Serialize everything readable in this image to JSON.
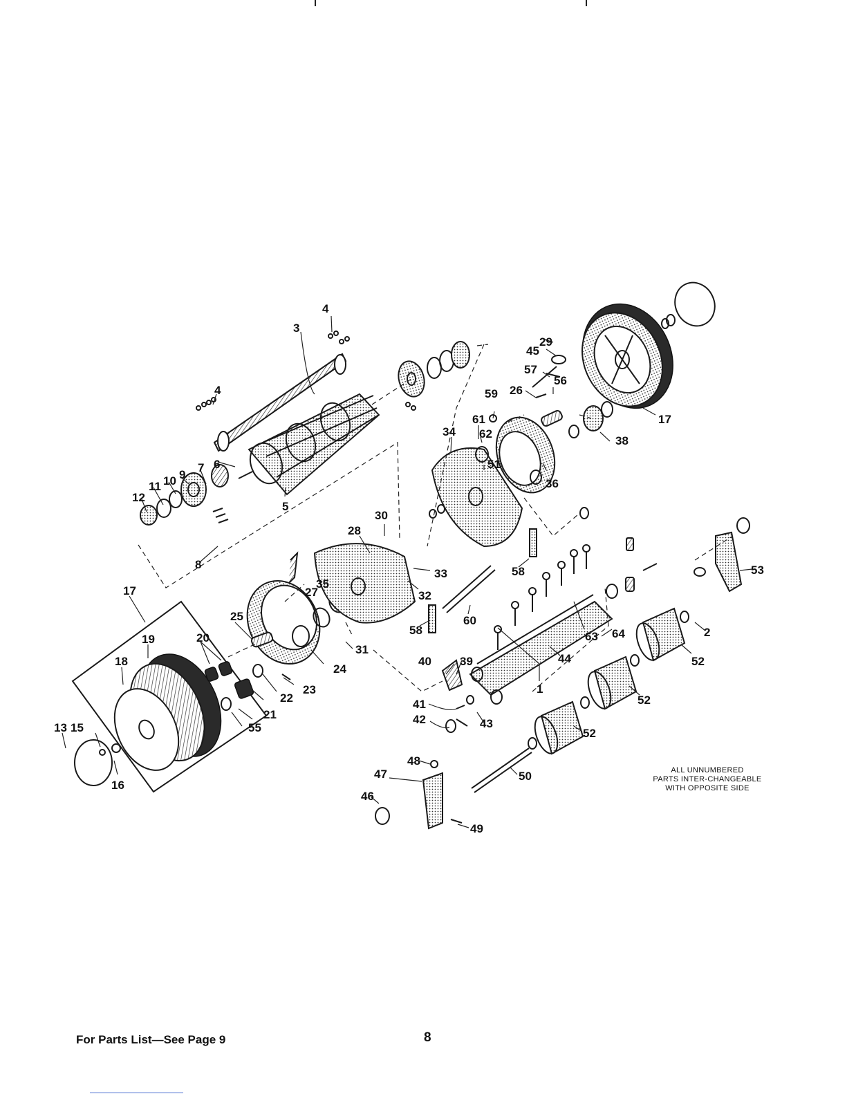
{
  "labels": [
    "1",
    "2",
    "3",
    "4",
    "5",
    "6",
    "7",
    "8",
    "9",
    "10",
    "11",
    "12",
    "13",
    "15",
    "16",
    "17",
    "18",
    "19",
    "20",
    "21",
    "22",
    "23",
    "24",
    "25",
    "26",
    "27",
    "28",
    "29",
    "30",
    "31",
    "32",
    "33",
    "34",
    "35",
    "36",
    "38",
    "39",
    "40",
    "41",
    "42",
    "43",
    "44",
    "45",
    "46",
    "47",
    "48",
    "49",
    "50",
    "51",
    "52",
    "53",
    "55",
    "56",
    "57",
    "58",
    "59",
    "60",
    "61",
    "62",
    "63",
    "64"
  ],
  "note": {
    "line1": "ALL UNNUMBERED",
    "line2": "PARTS INTER-CHANGEABLE",
    "line3": "WITH OPPOSITE SIDE"
  },
  "footer": {
    "parts_list_ref": "For Parts List—See Page 9",
    "page_number": "8"
  }
}
